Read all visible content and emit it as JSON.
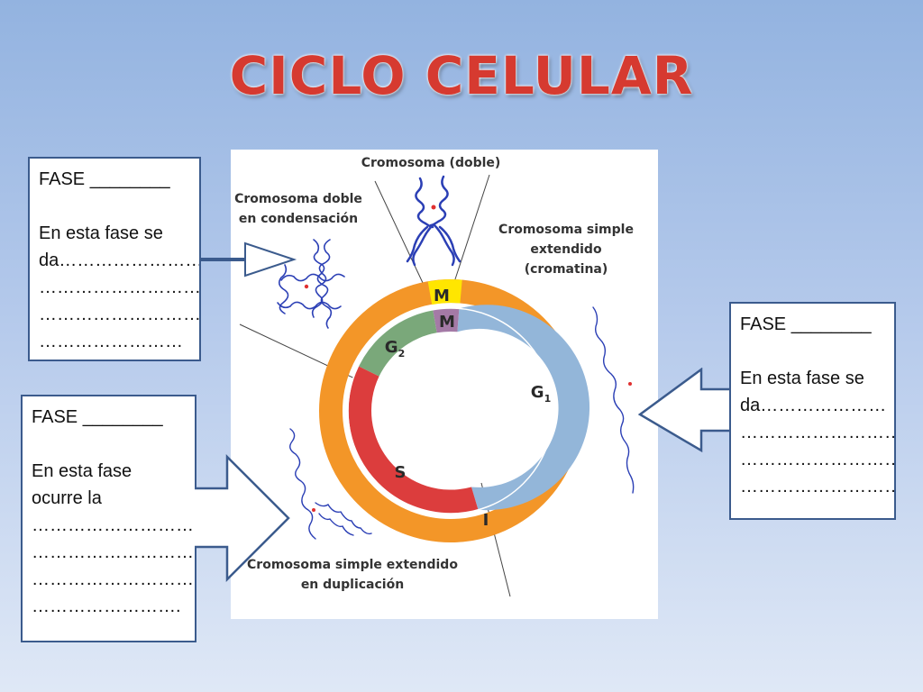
{
  "title": "CICLO CELULAR",
  "colors": {
    "orange_ring": "#f39628",
    "m_yellow": "#ffe600",
    "m_purple": "#a47aa6",
    "g1_blue": "#93b6d9",
    "g2_green": "#7aa87a",
    "s_red": "#dc3d3d",
    "chromosome_blue": "#2b3fb5",
    "box_border": "#3b5b8d",
    "title_red": "#d63a30"
  },
  "figure": {
    "labels": {
      "top": "Cromosoma (doble)",
      "upper_left": [
        "Cromosoma doble",
        "en condensación"
      ],
      "right": [
        "Cromosoma simple",
        "extendido",
        "(cromatina)"
      ],
      "bottom": [
        "Cromosoma simple extendido",
        "en duplicación"
      ]
    },
    "outer_ring": {
      "M": "M",
      "I": "I"
    },
    "inner_phases": [
      {
        "name": "M",
        "sub": ""
      },
      {
        "name": "G",
        "sub": "2"
      },
      {
        "name": "G",
        "sub": "1"
      },
      {
        "name": "S",
        "sub": ""
      }
    ]
  },
  "boxes": {
    "top_left": {
      "lines": [
        "FASE ________",
        "",
        "En esta fase se",
        "da……………………",
        "………………………",
        "………………………",
        "……………………"
      ]
    },
    "bottom_left": {
      "lines": [
        "FASE ________",
        "",
        "En esta fase",
        "ocurre la",
        "………………………",
        "………………………",
        "………………………",
        "……………………."
      ]
    },
    "right": {
      "lines": [
        "FASE ________",
        "",
        "En esta fase se",
        "da…………………",
        "………………………",
        "………………………",
        "………………………"
      ]
    }
  }
}
